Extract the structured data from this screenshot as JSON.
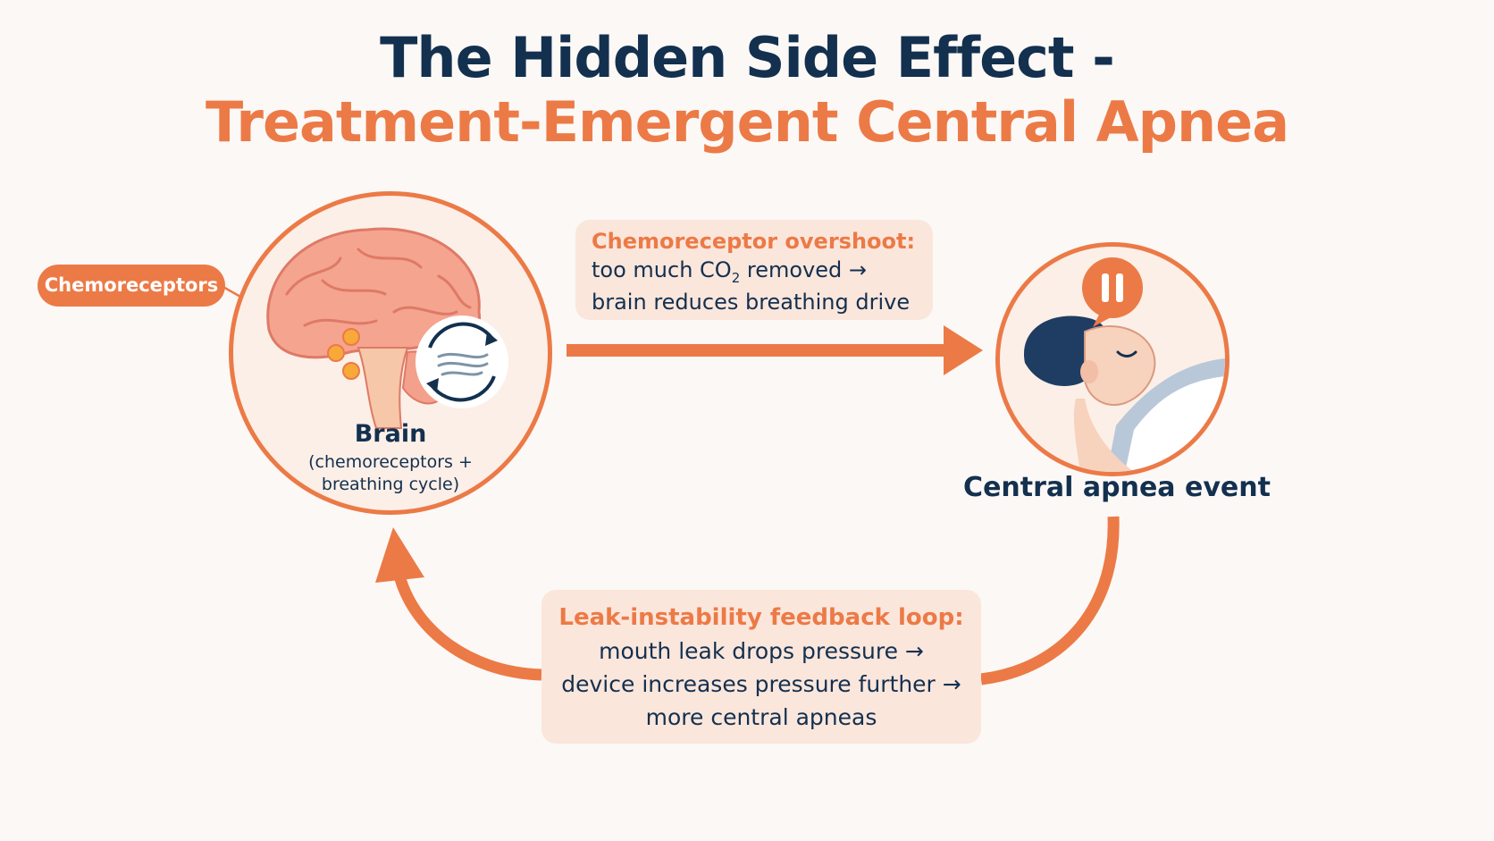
{
  "title": {
    "line1": "The Hidden Side Effect -",
    "line2": "Treatment-Emergent Central Apnea"
  },
  "brain": {
    "label": "Brain",
    "sub_line1": "(chemoreceptors +",
    "sub_line2": "breathing cycle)",
    "pointer_label": "Chemoreceptors"
  },
  "overshoot": {
    "title": "Chemoreceptor overshoot:",
    "line1_pre": "too much CO",
    "line1_sub": "2",
    "line1_post": " removed →",
    "line2": "brain reduces breathing drive"
  },
  "event": {
    "label": "Central apnea event"
  },
  "loop": {
    "title": "Leak-instability feedback loop:",
    "line1": "mouth leak drops pressure →",
    "line2": "device increases pressure further →",
    "line3": "more central apneas"
  },
  "icons": [
    "brain-icon",
    "breathing-cycle-icon",
    "pause-icon",
    "sleeping-person-icon"
  ],
  "colors": {
    "accent": "#ec7a46",
    "navy": "#13304f",
    "callout_bg": "#fbe6dc",
    "circle_bg": "#fcefe7"
  }
}
